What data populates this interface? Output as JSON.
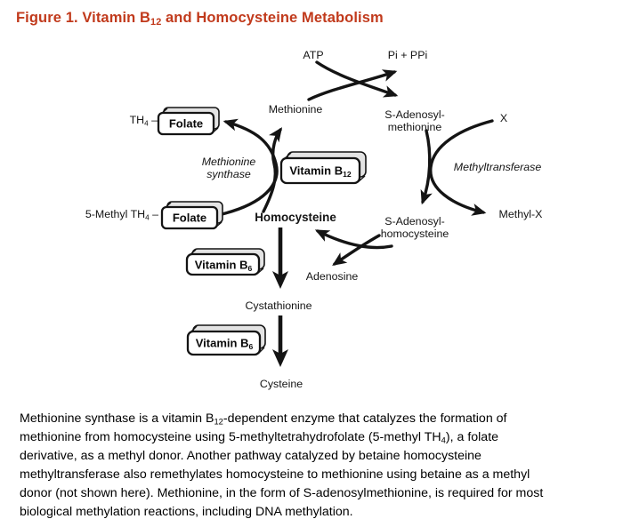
{
  "accent_color": "#c13a1c",
  "title": {
    "segments": [
      {
        "t": "Figure 1. Vitamin B"
      },
      {
        "t": "12",
        "sub": true
      },
      {
        "t": " and Homocysteine Metabolism"
      }
    ]
  },
  "diagram": {
    "metabolites": {
      "atp": "ATP",
      "pi_ppi": "Pi + PPi",
      "methionine": "Methionine",
      "sam_line1": "S-Adenosyl-",
      "sam_line2": "methionine",
      "x": "X",
      "methyl_x": "Methyl-X",
      "homocysteine": "Homocysteine",
      "sah_line1": "S-Adenosyl-",
      "sah_line2": "homocysteine",
      "adenosine": "Adenosine",
      "cystathionine": "Cystathionine",
      "cysteine": "Cysteine"
    },
    "cofactor_labels": {
      "th4": [
        {
          "t": "TH"
        },
        {
          "t": "4",
          "sub": true
        },
        {
          "t": " –"
        }
      ],
      "five_methyl_th4": [
        {
          "t": "5-Methyl TH"
        },
        {
          "t": "4",
          "sub": true
        },
        {
          "t": " –"
        }
      ],
      "folate": "Folate",
      "vitamin_b12": [
        {
          "t": "Vitamin B"
        },
        {
          "t": "12",
          "sub": true
        }
      ],
      "vitamin_b6": [
        {
          "t": "Vitamin B"
        },
        {
          "t": "6",
          "sub": true
        }
      ]
    },
    "enzymes": {
      "methionine_synthase_line1": "Methionine",
      "methionine_synthase_line2": "synthase",
      "methyltransferase": "Methyltransferase"
    },
    "arrow_color": "#141414",
    "box_face_color": "#ffffff",
    "box_bevel_color": "#e3e3e3"
  },
  "caption": {
    "lines": [
      [
        {
          "t": "Methionine synthase is a vitamin B"
        },
        {
          "t": "12",
          "sub": true
        },
        {
          "t": "-dependent enzyme that catalyzes the formation of"
        }
      ],
      [
        {
          "t": "methionine from homocysteine using 5-methyltetrahydrofolate (5-methyl TH"
        },
        {
          "t": "4",
          "sub": true
        },
        {
          "t": "), a folate"
        }
      ],
      [
        {
          "t": "derivative, as a methyl donor. Another pathway catalyzed by betaine homocysteine"
        }
      ],
      [
        {
          "t": "methyltransferase also remethylates homocysteine to methionine using betaine as a methyl"
        }
      ],
      [
        {
          "t": "donor (not shown here). Methionine, in the form of S-adenosylmethionine, is required for most"
        }
      ],
      [
        {
          "t": "biological methylation reactions, including DNA methylation."
        }
      ]
    ]
  }
}
